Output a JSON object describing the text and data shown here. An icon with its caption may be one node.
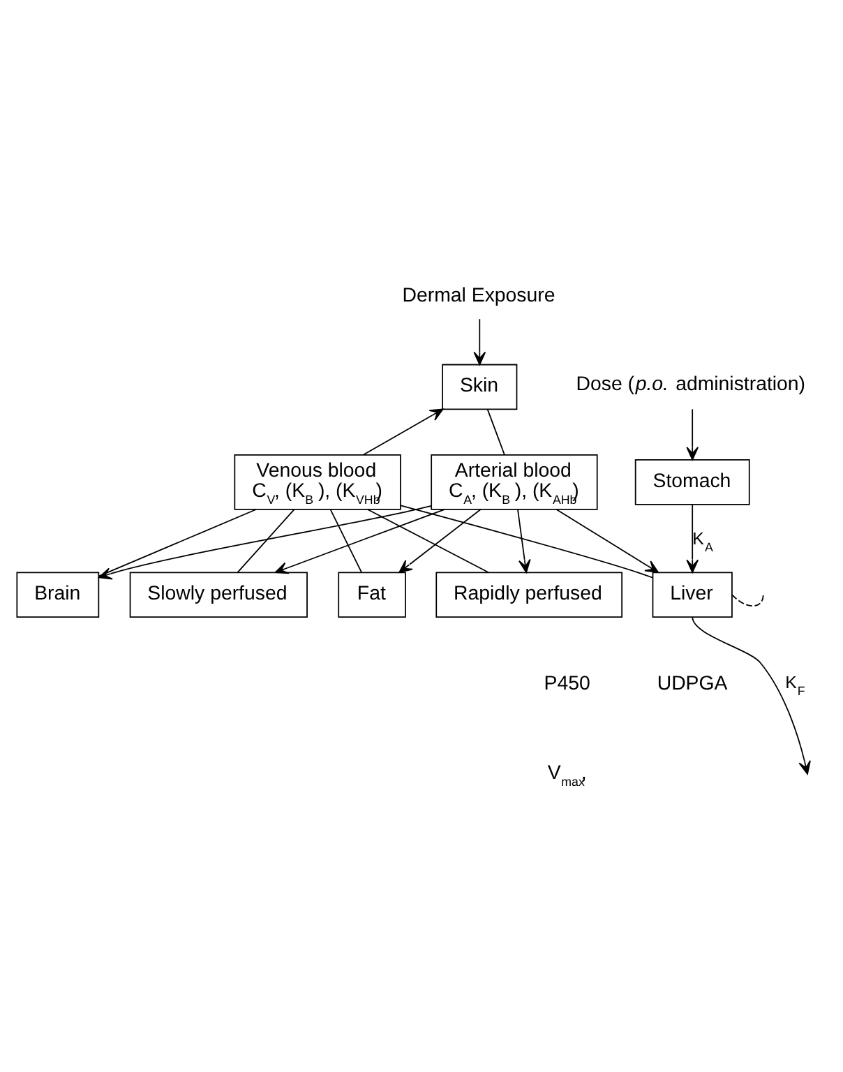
{
  "diagram": {
    "nodes": [
      {
        "text": [
          "Dermal Exposure"
        ]
      },
      {
        "text": [
          "Skin"
        ]
      },
      {
        "text": [
          "Brain"
        ]
      },
      {
        "text": [
          "Fat"
        ]
      },
      {
        "text": [
          "Rapidly perfused"
        ]
      },
      {
        "text": [
          "Slowly perfused"
        ]
      },
      {
        "text": [
          "Liver"
        ]
      },
      {
        "text": [
          "Venous blood",
          "C$_{V}$, (K$_{B}$ ), (K$_{VHb}$)"
        ]
      },
      {
        "text": [
          "Arterial blood",
          "C$_{A}$, (K$_{B}$ ), (K$_{AHb}$)"
        ]
      },
      {
        "text": [
          "Stomach"
        ]
      },
      {
        "text": [
          "Dose (*p.o.* administration)"
        ]
      }
    ],
    "edges": [
      {
        "from": 0,
        "to": 1,
        "arrow": "to"
      },
      {
        "from": 7,
        "to": 1,
        "arrow": "to"
      },
      {
        "from": 1,
        "to": 8,
        "arrow": "none"
      },
      {
        "from": 8,
        "to": 2,
        "arrow": "to"
      },
      {
        "from": 8,
        "to": 3,
        "arrow": "to"
      },
      {
        "from": 8,
        "to": 4,
        "arrow": "to"
      },
      {
        "from": 8,
        "to": 5,
        "arrow": "to"
      },
      {
        "from": 8,
        "to": 6,
        "arrow": "to"
      },
      {
        "from": 2,
        "to": 7,
        "arrow": "none"
      },
      {
        "from": 3,
        "to": 7,
        "arrow": "none"
      },
      {
        "from": 4,
        "to": 7,
        "arrow": "none"
      },
      {
        "from": 5,
        "to": 7,
        "arrow": "none"
      },
      {
        "from": 6,
        "to": 7,
        "arrow": "none"
      },
      {
        "from": 9,
        "to": 6,
        "arrow": "to",
        "label": "K$_{A}$"
      },
      {
        "from": 6,
        "to": null,
        "arrow": "to",
        "label": "K$_{F}$"
      },
      {
        "from": 6,
        "to": null,
        "arrow": "none",
        "style": "dashed"
      },
      {
        "from": 10,
        "to": 9,
        "arrow": "to"
      }
    ],
    "labels": [
      "UDPGA",
      "P450",
      "V$_{max}$,"
    ]
  }
}
